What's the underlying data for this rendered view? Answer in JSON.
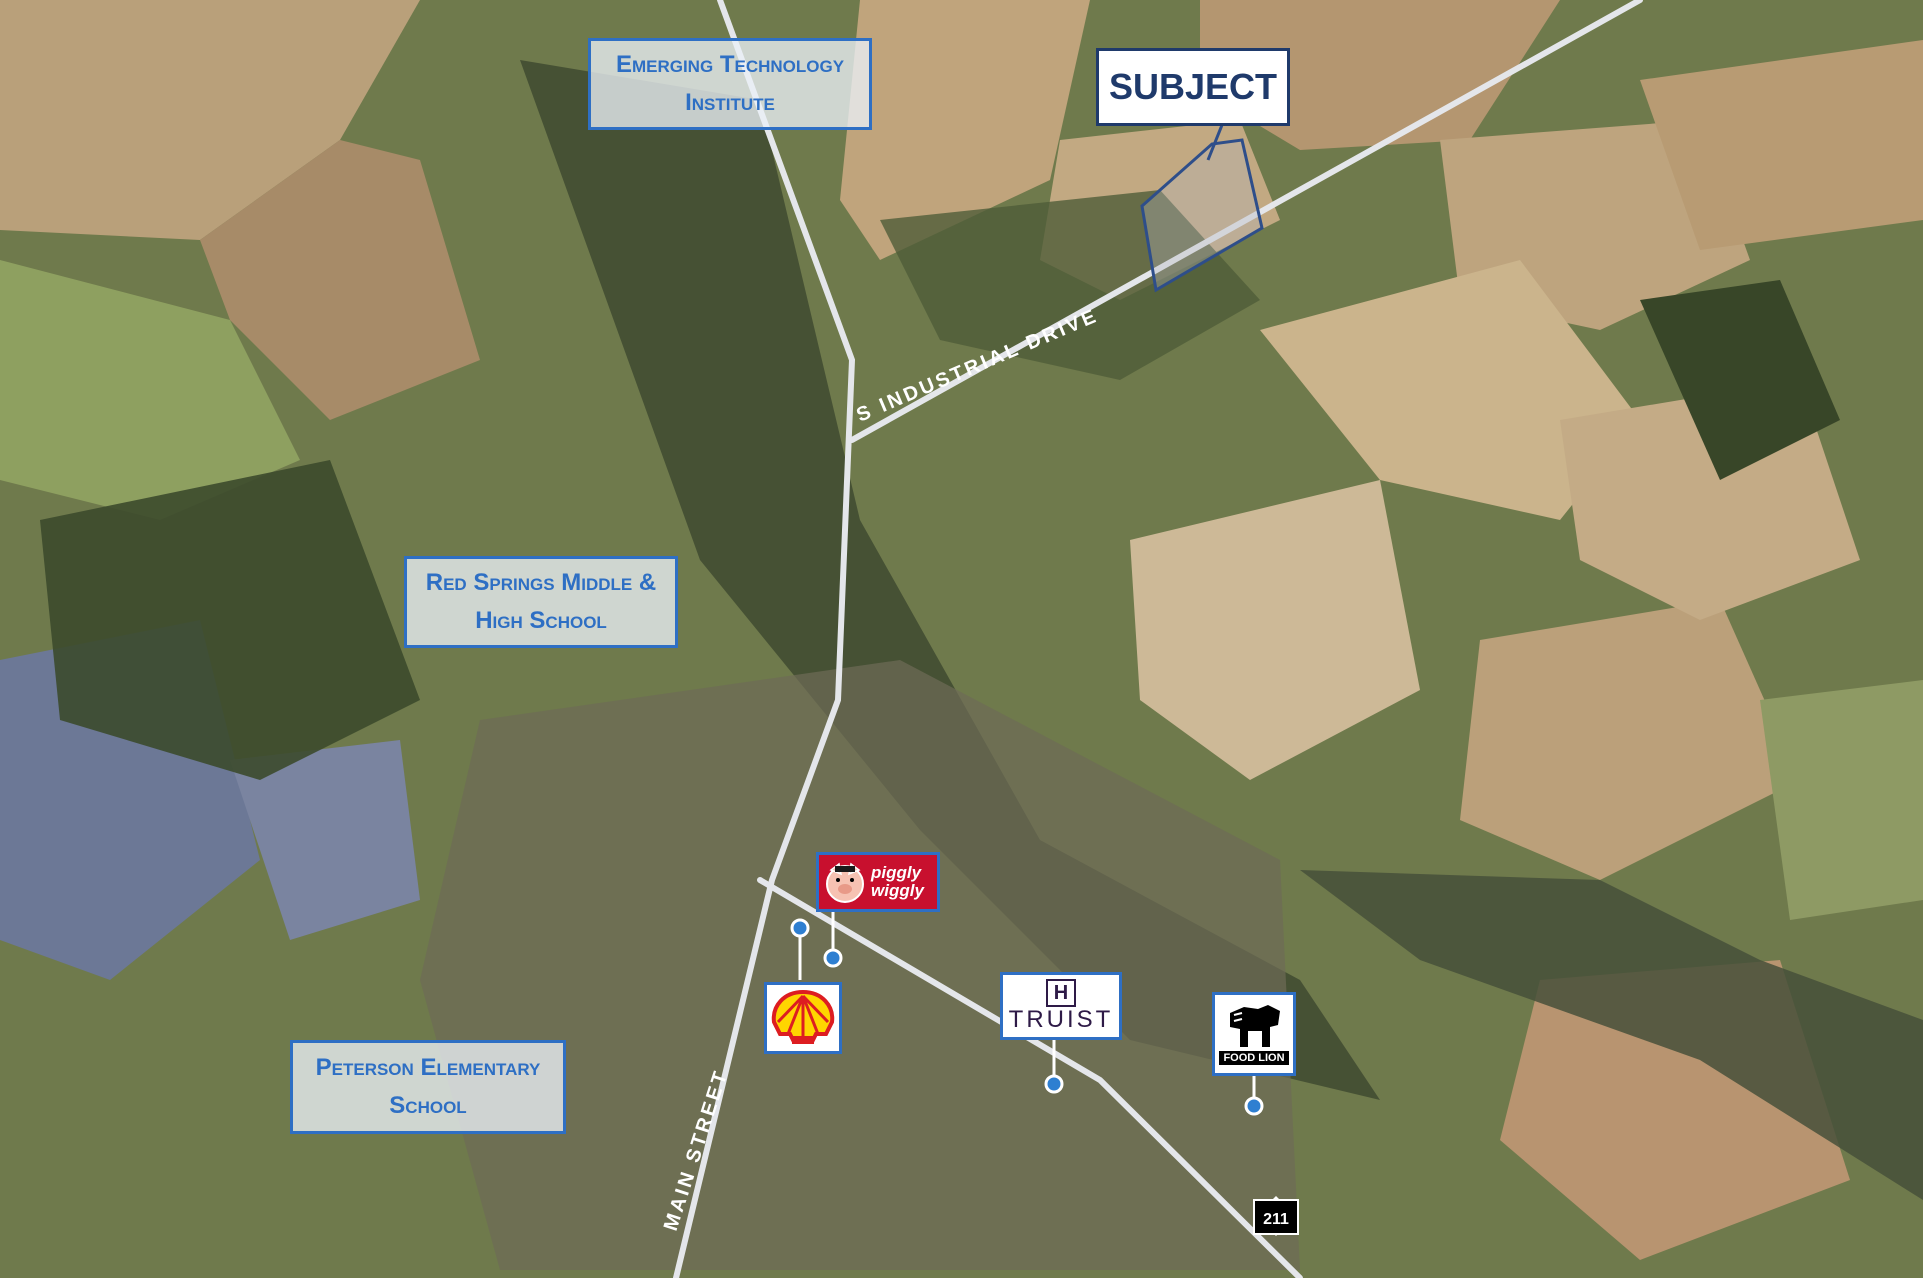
{
  "map": {
    "subject_label": "SUBJECT",
    "roads": {
      "industrial": "S INDUSTRIAL DRIVE",
      "main": "MAIN STREET",
      "route_shield": "211"
    },
    "callouts": {
      "emerging": [
        "Emerging Technology",
        "Institute"
      ],
      "red_springs": [
        "Red Springs Middle &",
        "High School"
      ],
      "peterson": [
        "Peterson Elementary",
        "School"
      ]
    },
    "businesses": {
      "piggly": [
        "piggly",
        "wiggly"
      ],
      "truist": "TRUIST",
      "truist_mark": "H",
      "food_lion": "FOOD LION"
    },
    "colors": {
      "callout_border": "#2e6fc4",
      "callout_text": "#2e6fc4",
      "subject_border": "#1f3a6b",
      "marker": "#2e7fd1",
      "road": "#e4e6ea"
    }
  }
}
